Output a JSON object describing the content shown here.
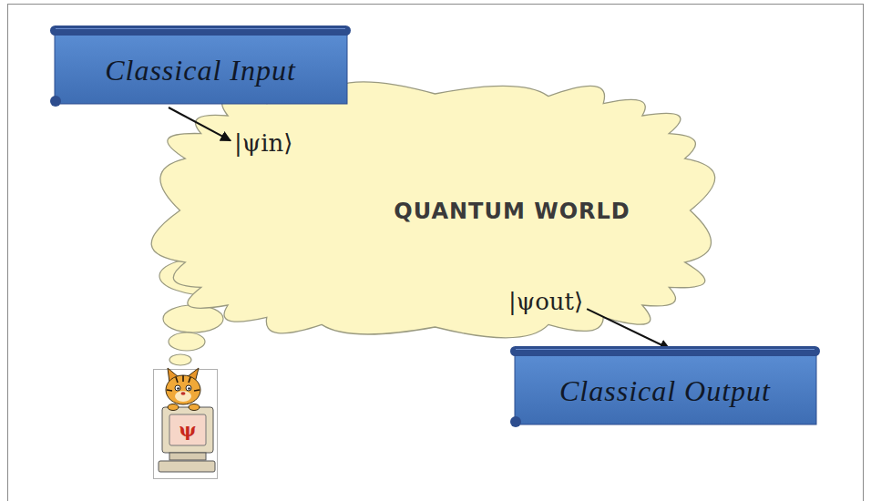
{
  "diagram": {
    "nodes": [
      {
        "text": [
          "Classical Input"
        ]
      },
      {
        "text": [
          "|ψin⟩",
          "QUANTUM WORLD",
          "|ψout⟩"
        ]
      },
      {
        "text": [
          "Classical Output"
        ]
      }
    ],
    "edges": [
      {
        "from": 0,
        "to": 1,
        "arrow": "to"
      },
      {
        "from": 1,
        "to": 2,
        "arrow": "to"
      }
    ],
    "labels": [
      "ψ"
    ]
  }
}
